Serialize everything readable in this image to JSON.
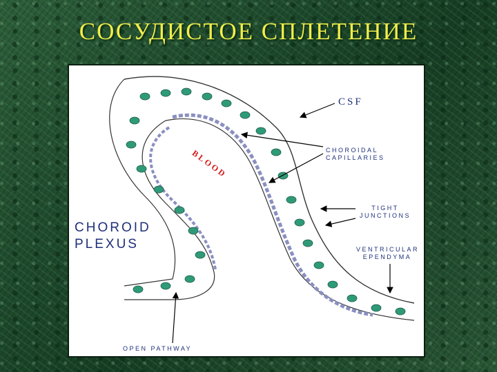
{
  "slide": {
    "title": "СОСУДИСТОЕ СПЛЕТЕНИЕ"
  },
  "diagram": {
    "labels": {
      "csf": "CSF",
      "blood": "BLOOD",
      "choroidal_capillaries": "CHOROIDAL CAPILLARIES",
      "tight_junctions": "TIGHT JUNCTIONS",
      "ventricular_ependyma": "VENTRICULAR EPENDYMA",
      "choroid_plexus": "CHOROID PLEXUS",
      "open_pathway": "OPEN PATHWAY"
    },
    "colors": {
      "nucleus": "#2f9a78",
      "cell_outline": "#333333",
      "capillary": "#8a8fc0",
      "label_text": "#1e2f7a",
      "blood_text": "#d11a1a",
      "title_text": "#f2ee4a"
    }
  }
}
